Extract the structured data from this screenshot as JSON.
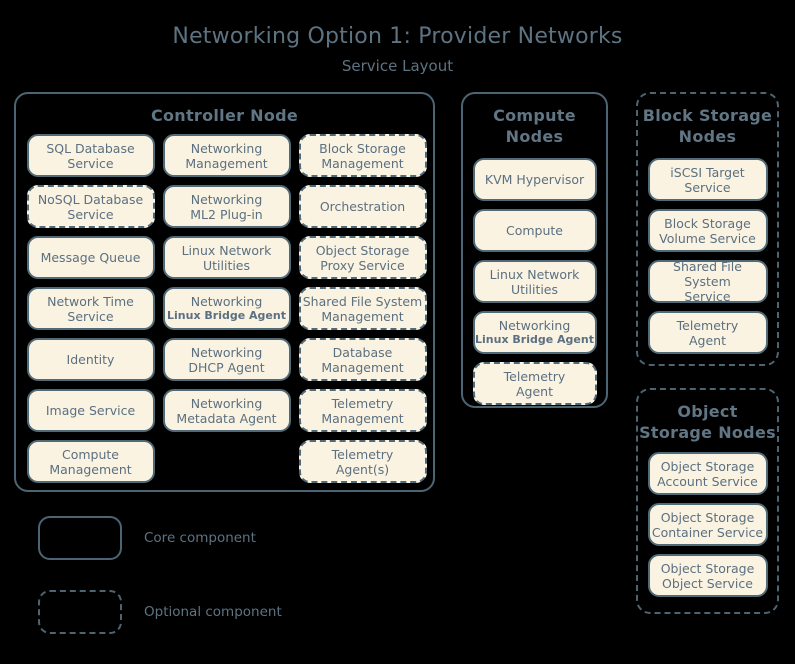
{
  "title": {
    "main": "Networking Option 1: Provider Networks",
    "sub": "Service Layout"
  },
  "colors": {
    "background": "#000000",
    "box_fill": "#fbf3e2",
    "box_border": "#516a78",
    "group_border": "#4d6573",
    "text": "#5b7080",
    "title_text": "#5d7382"
  },
  "groups": [
    {
      "id": "controller",
      "title": "Controller Node",
      "style": "solid",
      "columns": [
        [
          {
            "l1": "SQL Database",
            "l2": "Service",
            "style": "solid"
          },
          {
            "l1": "NoSQL Database",
            "l2": "Service",
            "style": "dashed"
          },
          {
            "l1": "Message Queue",
            "l2": "",
            "style": "solid"
          },
          {
            "l1": "Network Time",
            "l2": "Service",
            "style": "solid"
          },
          {
            "l1": "Identity",
            "l2": "",
            "style": "solid"
          },
          {
            "l1": "Image Service",
            "l2": "",
            "style": "solid"
          },
          {
            "l1": "Compute",
            "l2": "Management",
            "style": "solid"
          }
        ],
        [
          {
            "l1": "Networking",
            "l2": "Management",
            "style": "solid"
          },
          {
            "l1": "Networking",
            "l2": "ML2 Plug-in",
            "style": "solid"
          },
          {
            "l1": "Linux Network",
            "l2": "Utilities",
            "style": "solid"
          },
          {
            "l1": "Networking",
            "l2": "Linux Bridge Agent",
            "style": "solid",
            "sub": true
          },
          {
            "l1": "Networking",
            "l2": "DHCP Agent",
            "style": "solid"
          },
          {
            "l1": "Networking",
            "l2": "Metadata Agent",
            "style": "solid"
          },
          {
            "spacer": true
          }
        ],
        [
          {
            "l1": "Block Storage",
            "l2": "Management",
            "style": "dashed"
          },
          {
            "l1": "Orchestration",
            "l2": "",
            "style": "dashed"
          },
          {
            "l1": "Object Storage",
            "l2": "Proxy Service",
            "style": "dashed"
          },
          {
            "l1": "Shared File System",
            "l2": "Management",
            "style": "dashed"
          },
          {
            "l1": "Database",
            "l2": "Management",
            "style": "dashed"
          },
          {
            "l1": "Telemetry",
            "l2": "Management",
            "style": "dashed"
          },
          {
            "l1": "Telemetry",
            "l2": "Agent(s)",
            "style": "dashed"
          }
        ]
      ]
    },
    {
      "id": "compute",
      "title": "Compute Nodes",
      "style": "solid",
      "items": [
        {
          "l1": "KVM Hypervisor",
          "l2": "",
          "style": "solid"
        },
        {
          "l1": "Compute",
          "l2": "",
          "style": "solid"
        },
        {
          "l1": "Linux Network",
          "l2": "Utilities",
          "style": "solid"
        },
        {
          "l1": "Networking",
          "l2": "Linux Bridge Agent",
          "style": "solid",
          "sub": true
        },
        {
          "l1": "Telemetry",
          "l2": "Agent",
          "style": "dashed"
        }
      ]
    },
    {
      "id": "block",
      "title": "Block Storage Nodes",
      "style": "dashed",
      "items": [
        {
          "l1": "iSCSI Target",
          "l2": "Service",
          "style": "solid"
        },
        {
          "l1": "Block Storage",
          "l2": "Volume Service",
          "style": "solid"
        },
        {
          "l1": "Shared File System",
          "l2": "Service",
          "style": "solid"
        },
        {
          "l1": "Telemetry",
          "l2": "Agent",
          "style": "solid"
        }
      ]
    },
    {
      "id": "object",
      "title": "Object Storage Nodes",
      "style": "dashed",
      "items": [
        {
          "l1": "Object Storage",
          "l2": "Account Service",
          "style": "solid"
        },
        {
          "l1": "Object Storage",
          "l2": "Container Service",
          "style": "solid"
        },
        {
          "l1": "Object Storage",
          "l2": "Object Service",
          "style": "solid"
        }
      ]
    }
  ],
  "legend": [
    {
      "style": "solid",
      "label": "Core component"
    },
    {
      "style": "dashed",
      "label": "Optional component"
    }
  ]
}
